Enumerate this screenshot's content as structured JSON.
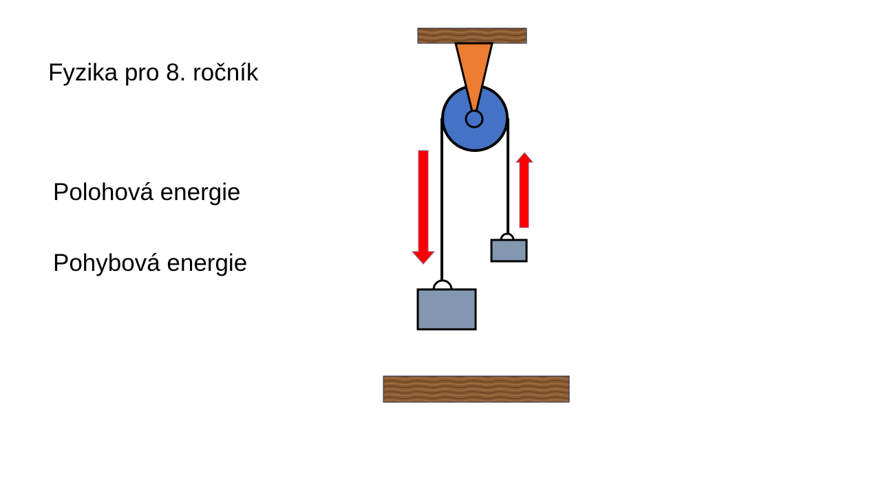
{
  "title": "Fyzika pro 8. ročník",
  "lines": [
    "Polohová energie",
    "Pohybová energie"
  ],
  "colors": {
    "wood": "#7a5230",
    "bracket": "#ed7d31",
    "pulley": "#4472c4",
    "weight": "#8497b0",
    "arrow": "#ff0000"
  }
}
